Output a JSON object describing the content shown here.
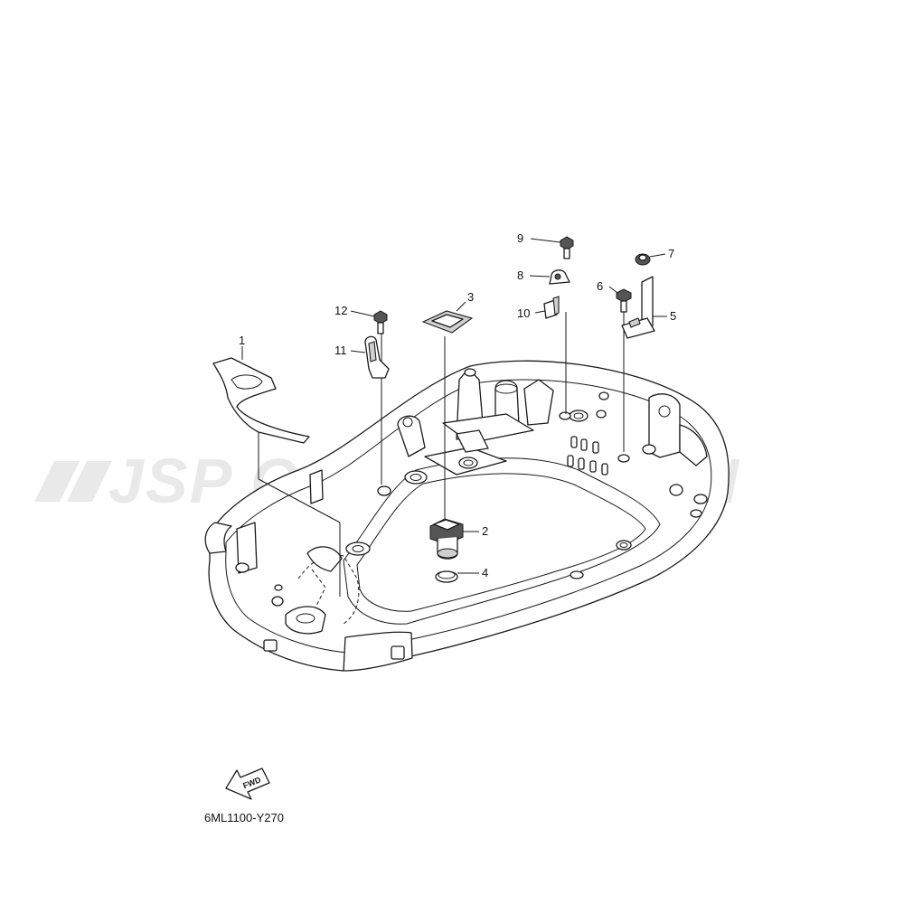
{
  "watermark": "JSP CORPORATION",
  "diagram_code": "6ML1100-Y270",
  "fwd_label": "FWD",
  "callouts": {
    "c1": "1",
    "c2": "2",
    "c3": "3",
    "c4": "4",
    "c5": "5",
    "c6": "6",
    "c7": "7",
    "c8": "8",
    "c9": "9",
    "c10": "10",
    "c11": "11",
    "c12": "12"
  }
}
